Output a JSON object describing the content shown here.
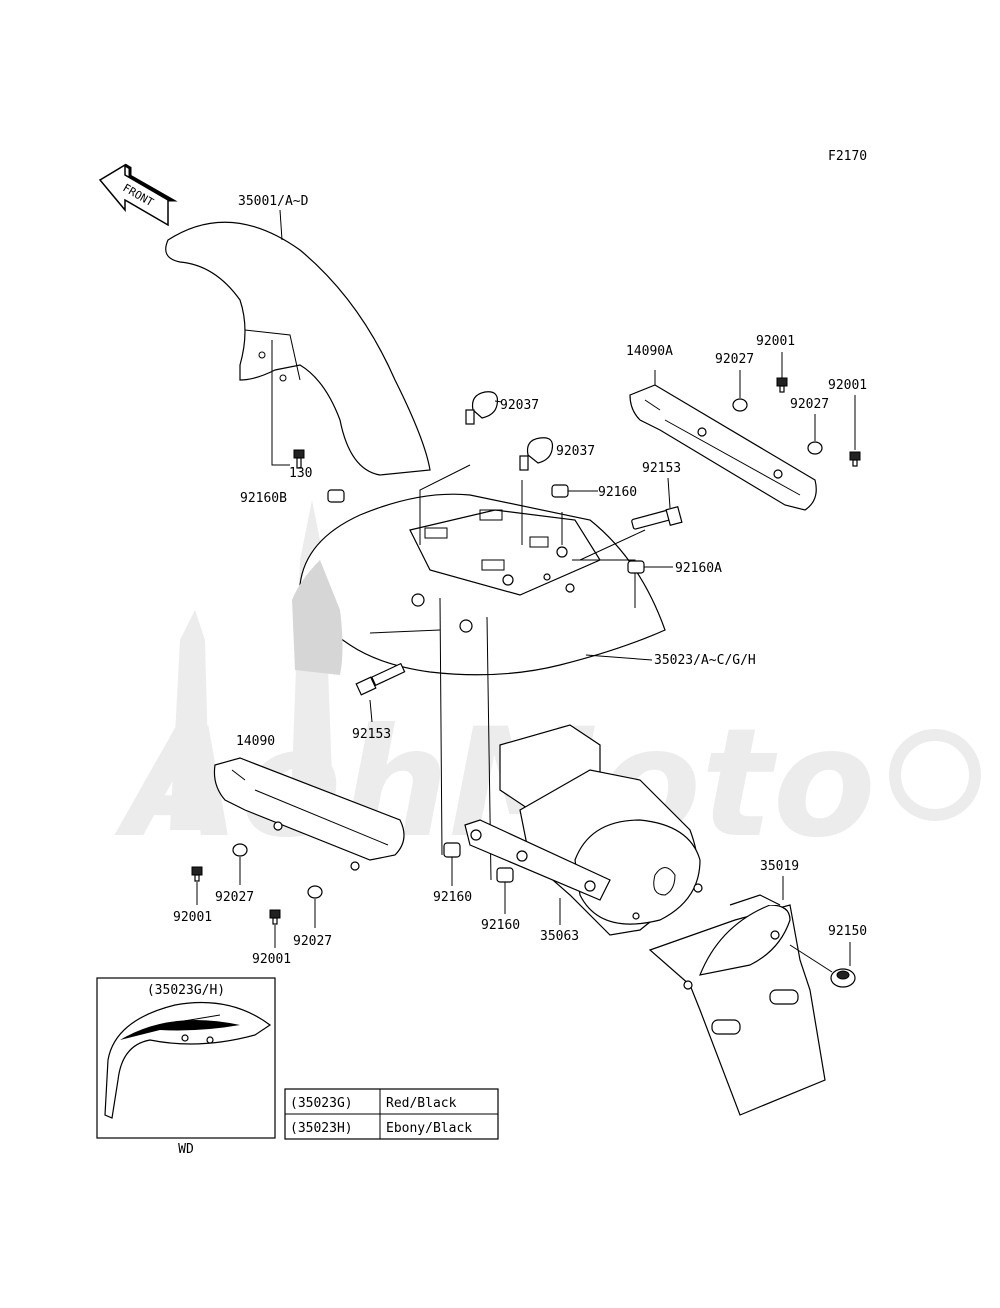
{
  "figure_code": "F2170",
  "front_marker": "FRONT",
  "watermark": "AehMoto",
  "callouts": {
    "fender_front": "35001/A~D",
    "bolt_130": "130",
    "grommet_92160b": "92160B",
    "clamp_a": "92037",
    "clamp_b": "92037",
    "grommet_92160": "92160",
    "bolt_92153_top": "92153",
    "grommet_92160a": "92160A",
    "fender_rear": "35023/A~C/G/H",
    "bolt_92153_bottom": "92153",
    "cover_right": "14090A",
    "collar_right_a": "92027",
    "screw_right_a": "92001",
    "screw_right_b": "92001",
    "collar_right_b": "92027",
    "cover_left": "14090",
    "collar_left_a": "92027",
    "screw_left_a": "92001",
    "collar_left_b": "92027",
    "screw_left_b": "92001",
    "grommet_left": "92160",
    "grommet_right": "92160",
    "bracket": "35063",
    "flap": "35019",
    "nut": "92150"
  },
  "inset": {
    "title": "(35023G/H)",
    "footer": "WD"
  },
  "color_table": [
    {
      "code": "(35023G)",
      "color": "Red/Black"
    },
    {
      "code": "(35023H)",
      "color": "Ebony/Black"
    }
  ]
}
